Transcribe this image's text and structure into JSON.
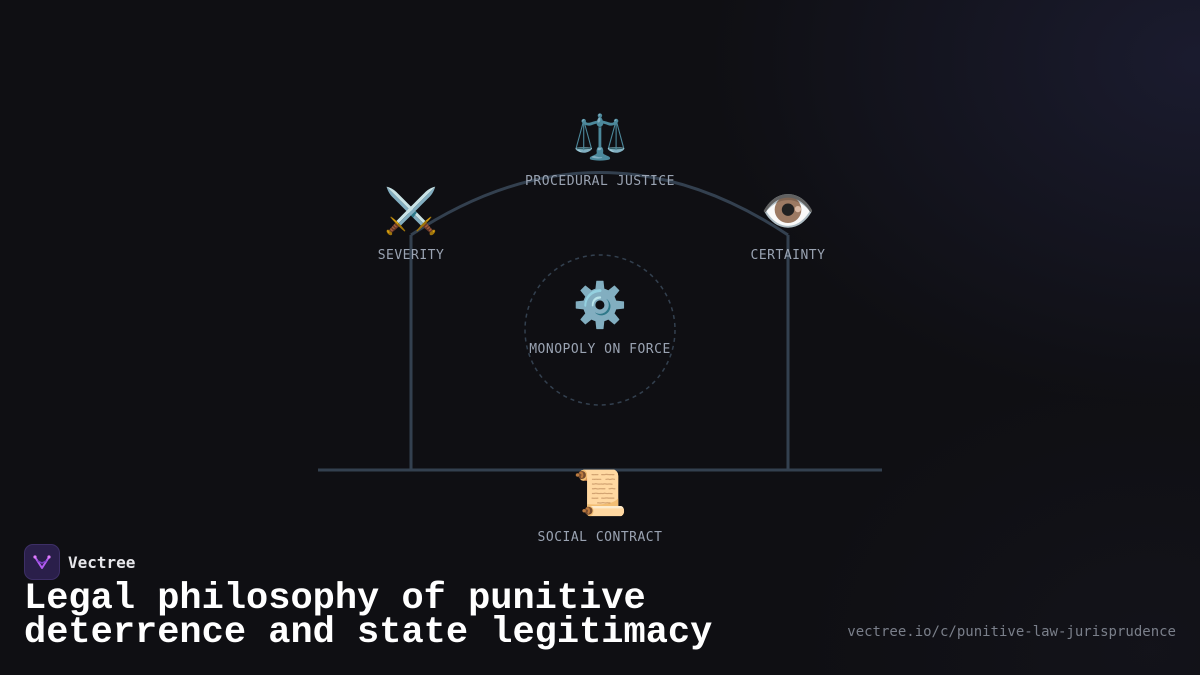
{
  "diagram": {
    "nodes": {
      "top": {
        "label": "PROCEDURAL JUSTICE",
        "icon": "⚖️",
        "icon_name": "scales-icon"
      },
      "left": {
        "label": "SEVERITY",
        "icon": "⚔️",
        "icon_name": "crossed-swords-icon"
      },
      "right": {
        "label": "CERTAINTY",
        "icon": "👁️",
        "icon_name": "eye-icon"
      },
      "center": {
        "label": "MONOPOLY ON FORCE",
        "icon": "⚙️",
        "icon_name": "gear-icon"
      },
      "bottom": {
        "label": "SOCIAL CONTRACT",
        "icon": "📜",
        "icon_name": "scroll-icon"
      }
    },
    "colors": {
      "structure": "#33404f",
      "label": "#9aa3b2",
      "background": "#0f0f13"
    }
  },
  "brand": {
    "name": "Vectree",
    "accent": "#b35cf2"
  },
  "title": "Legal philosophy of punitive deterrence and state legitimacy",
  "url": "vectree.io/c/punitive-law-jurisprudence"
}
